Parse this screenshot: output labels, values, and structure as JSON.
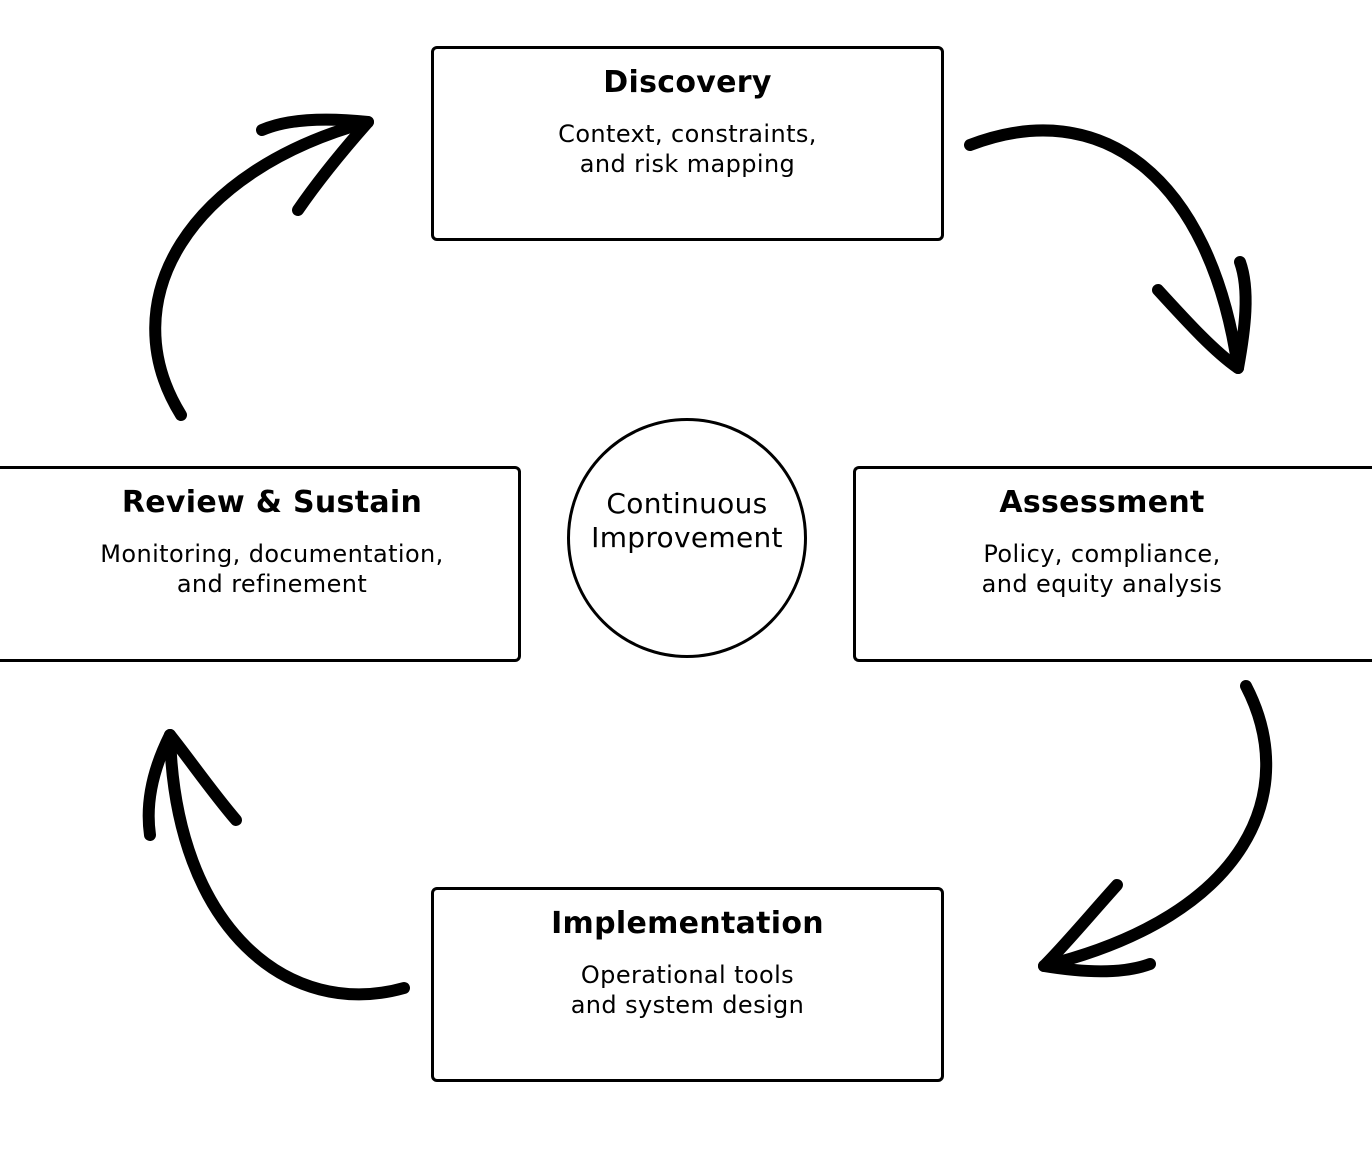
{
  "diagram": {
    "center": {
      "line1": "Continuous",
      "line2": "Improvement"
    },
    "stages": {
      "discovery": {
        "title": "Discovery",
        "desc_line1": "Context, constraints,",
        "desc_line2": "and risk mapping"
      },
      "assessment": {
        "title": "Assessment",
        "desc_line1": "Policy, compliance,",
        "desc_line2": "and equity analysis"
      },
      "implementation": {
        "title": "Implementation",
        "desc_line1": "Operational tools",
        "desc_line2": "and system design"
      },
      "review": {
        "title": "Review & Sustain",
        "desc_line1": "Monitoring, documentation,",
        "desc_line2": "and refinement"
      }
    },
    "flow": [
      "Discovery",
      "Assessment",
      "Implementation",
      "Review & Sustain"
    ],
    "colors": {
      "stroke": "#000000",
      "background": "#ffffff"
    }
  }
}
